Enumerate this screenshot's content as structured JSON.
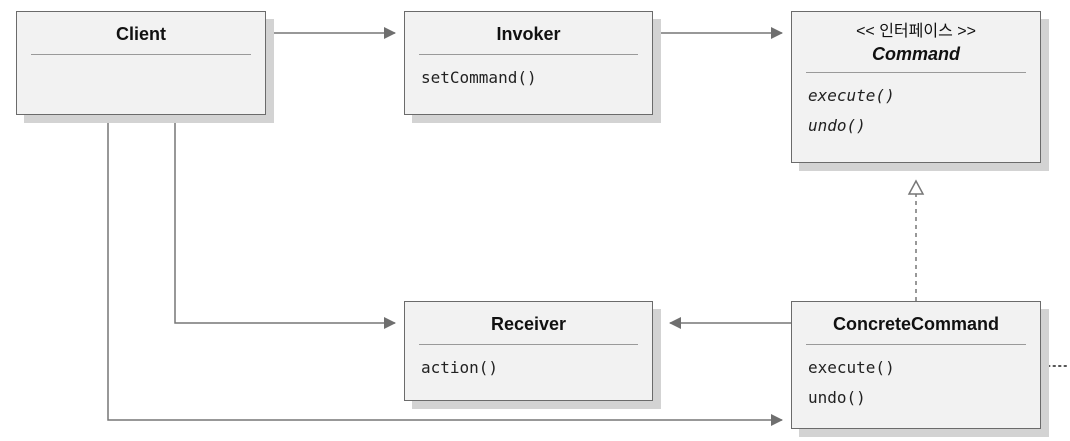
{
  "client": {
    "name": "Client"
  },
  "invoker": {
    "name": "Invoker",
    "methods": [
      "setCommand()"
    ]
  },
  "command": {
    "stereotype": "<< 인터페이스 >>",
    "name": "Command",
    "methods": [
      "execute()",
      "undo()"
    ]
  },
  "receiver": {
    "name": "Receiver",
    "methods": [
      "action()"
    ]
  },
  "concrete_command": {
    "name": "ConcreteCommand",
    "methods": [
      "execute()",
      "undo()"
    ]
  },
  "colors": {
    "box_fill": "#f2f2f2",
    "border": "#6b6b6b",
    "shadow": "#d3d3d3",
    "line": "#777777"
  }
}
